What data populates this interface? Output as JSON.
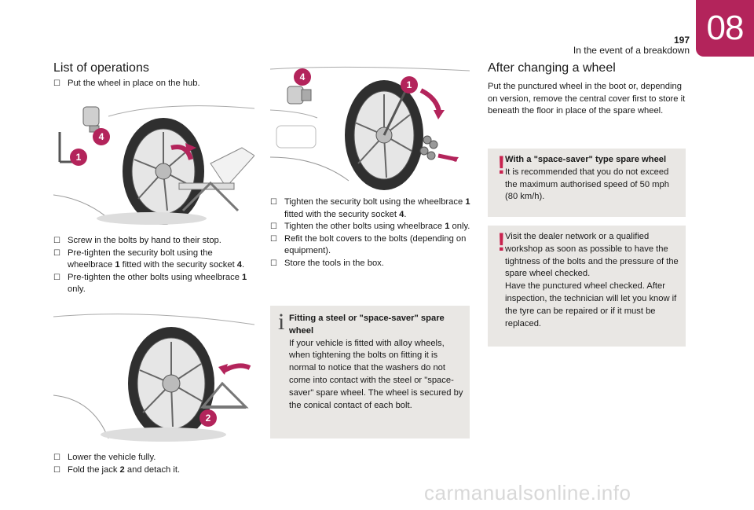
{
  "header": {
    "chapter": "08",
    "page_number": "197",
    "section": "In the event of a breakdown"
  },
  "left": {
    "heading": "List of operations",
    "step_put": "Put the wheel in place on the hub.",
    "steps_a": [
      {
        "pre": "Screw in the bolts by hand to their stop.",
        "b1": "",
        "mid": "",
        "b2": "",
        "post": ""
      },
      {
        "pre": "Pre-tighten the security bolt using the wheelbrace ",
        "b1": "1",
        "mid": " fitted with the security socket ",
        "b2": "4",
        "post": "."
      },
      {
        "pre": "Pre-tighten the other bolts using wheelbrace ",
        "b1": "1",
        "mid": " only.",
        "b2": "",
        "post": ""
      }
    ],
    "steps_b": [
      {
        "pre": "Lower the vehicle fully.",
        "b": "",
        "post": ""
      },
      {
        "pre": "Fold the jack ",
        "b": "2",
        "post": " and detach it."
      }
    ],
    "badge_1": "1",
    "badge_4": "4",
    "badge_2": "2"
  },
  "middle": {
    "badge_4": "4",
    "badge_1": "1",
    "steps": [
      {
        "pre": "Tighten the security bolt using the wheelbrace ",
        "b1": "1",
        "mid": " fitted with the security socket ",
        "b2": "4",
        "post": "."
      },
      {
        "pre": "Tighten the other bolts using wheelbrace ",
        "b1": "1",
        "mid": " only.",
        "b2": "",
        "post": ""
      },
      {
        "pre": "Refit the bolt covers to the bolts (depending on equipment).",
        "b1": "",
        "mid": "",
        "b2": "",
        "post": ""
      },
      {
        "pre": "Store the tools in the box.",
        "b1": "",
        "mid": "",
        "b2": "",
        "post": ""
      }
    ],
    "info_title": "Fitting a steel or \"space-saver\" spare wheel",
    "info_body": "If your vehicle is fitted with alloy wheels, when tightening the bolts on fitting it is normal to notice that the washers do not come into contact with the steel or \"space-saver\" spare wheel. The wheel is secured by the conical contact of each bolt."
  },
  "right": {
    "heading": "After changing a wheel",
    "body": "Put the punctured wheel in the boot or, depending on version, remove the central cover first to store it beneath the floor in place of the spare wheel.",
    "warn1_title": "With a \"space-saver\" type spare wheel",
    "warn1_body": "It is recommended that you do not exceed the maximum authorised speed of 50 mph (80 km/h).",
    "warn2_body_a": "Visit the dealer network or a qualified workshop as soon as possible to have the tightness of the bolts and the pressure of the spare wheel checked.",
    "warn2_body_b": "Have the punctured wheel checked. After inspection, the technician will let you know if the tyre can be repaired or if it must be replaced."
  },
  "footer": {
    "watermark": "carmanualsonline.info"
  },
  "colors": {
    "accent": "#b3245b",
    "infobox_bg": "#e9e7e4",
    "warn_mark": "#c8234f"
  },
  "icons": {
    "checkbox": "checkbox-icon",
    "info": "info-icon",
    "warning": "exclamation-icon"
  }
}
